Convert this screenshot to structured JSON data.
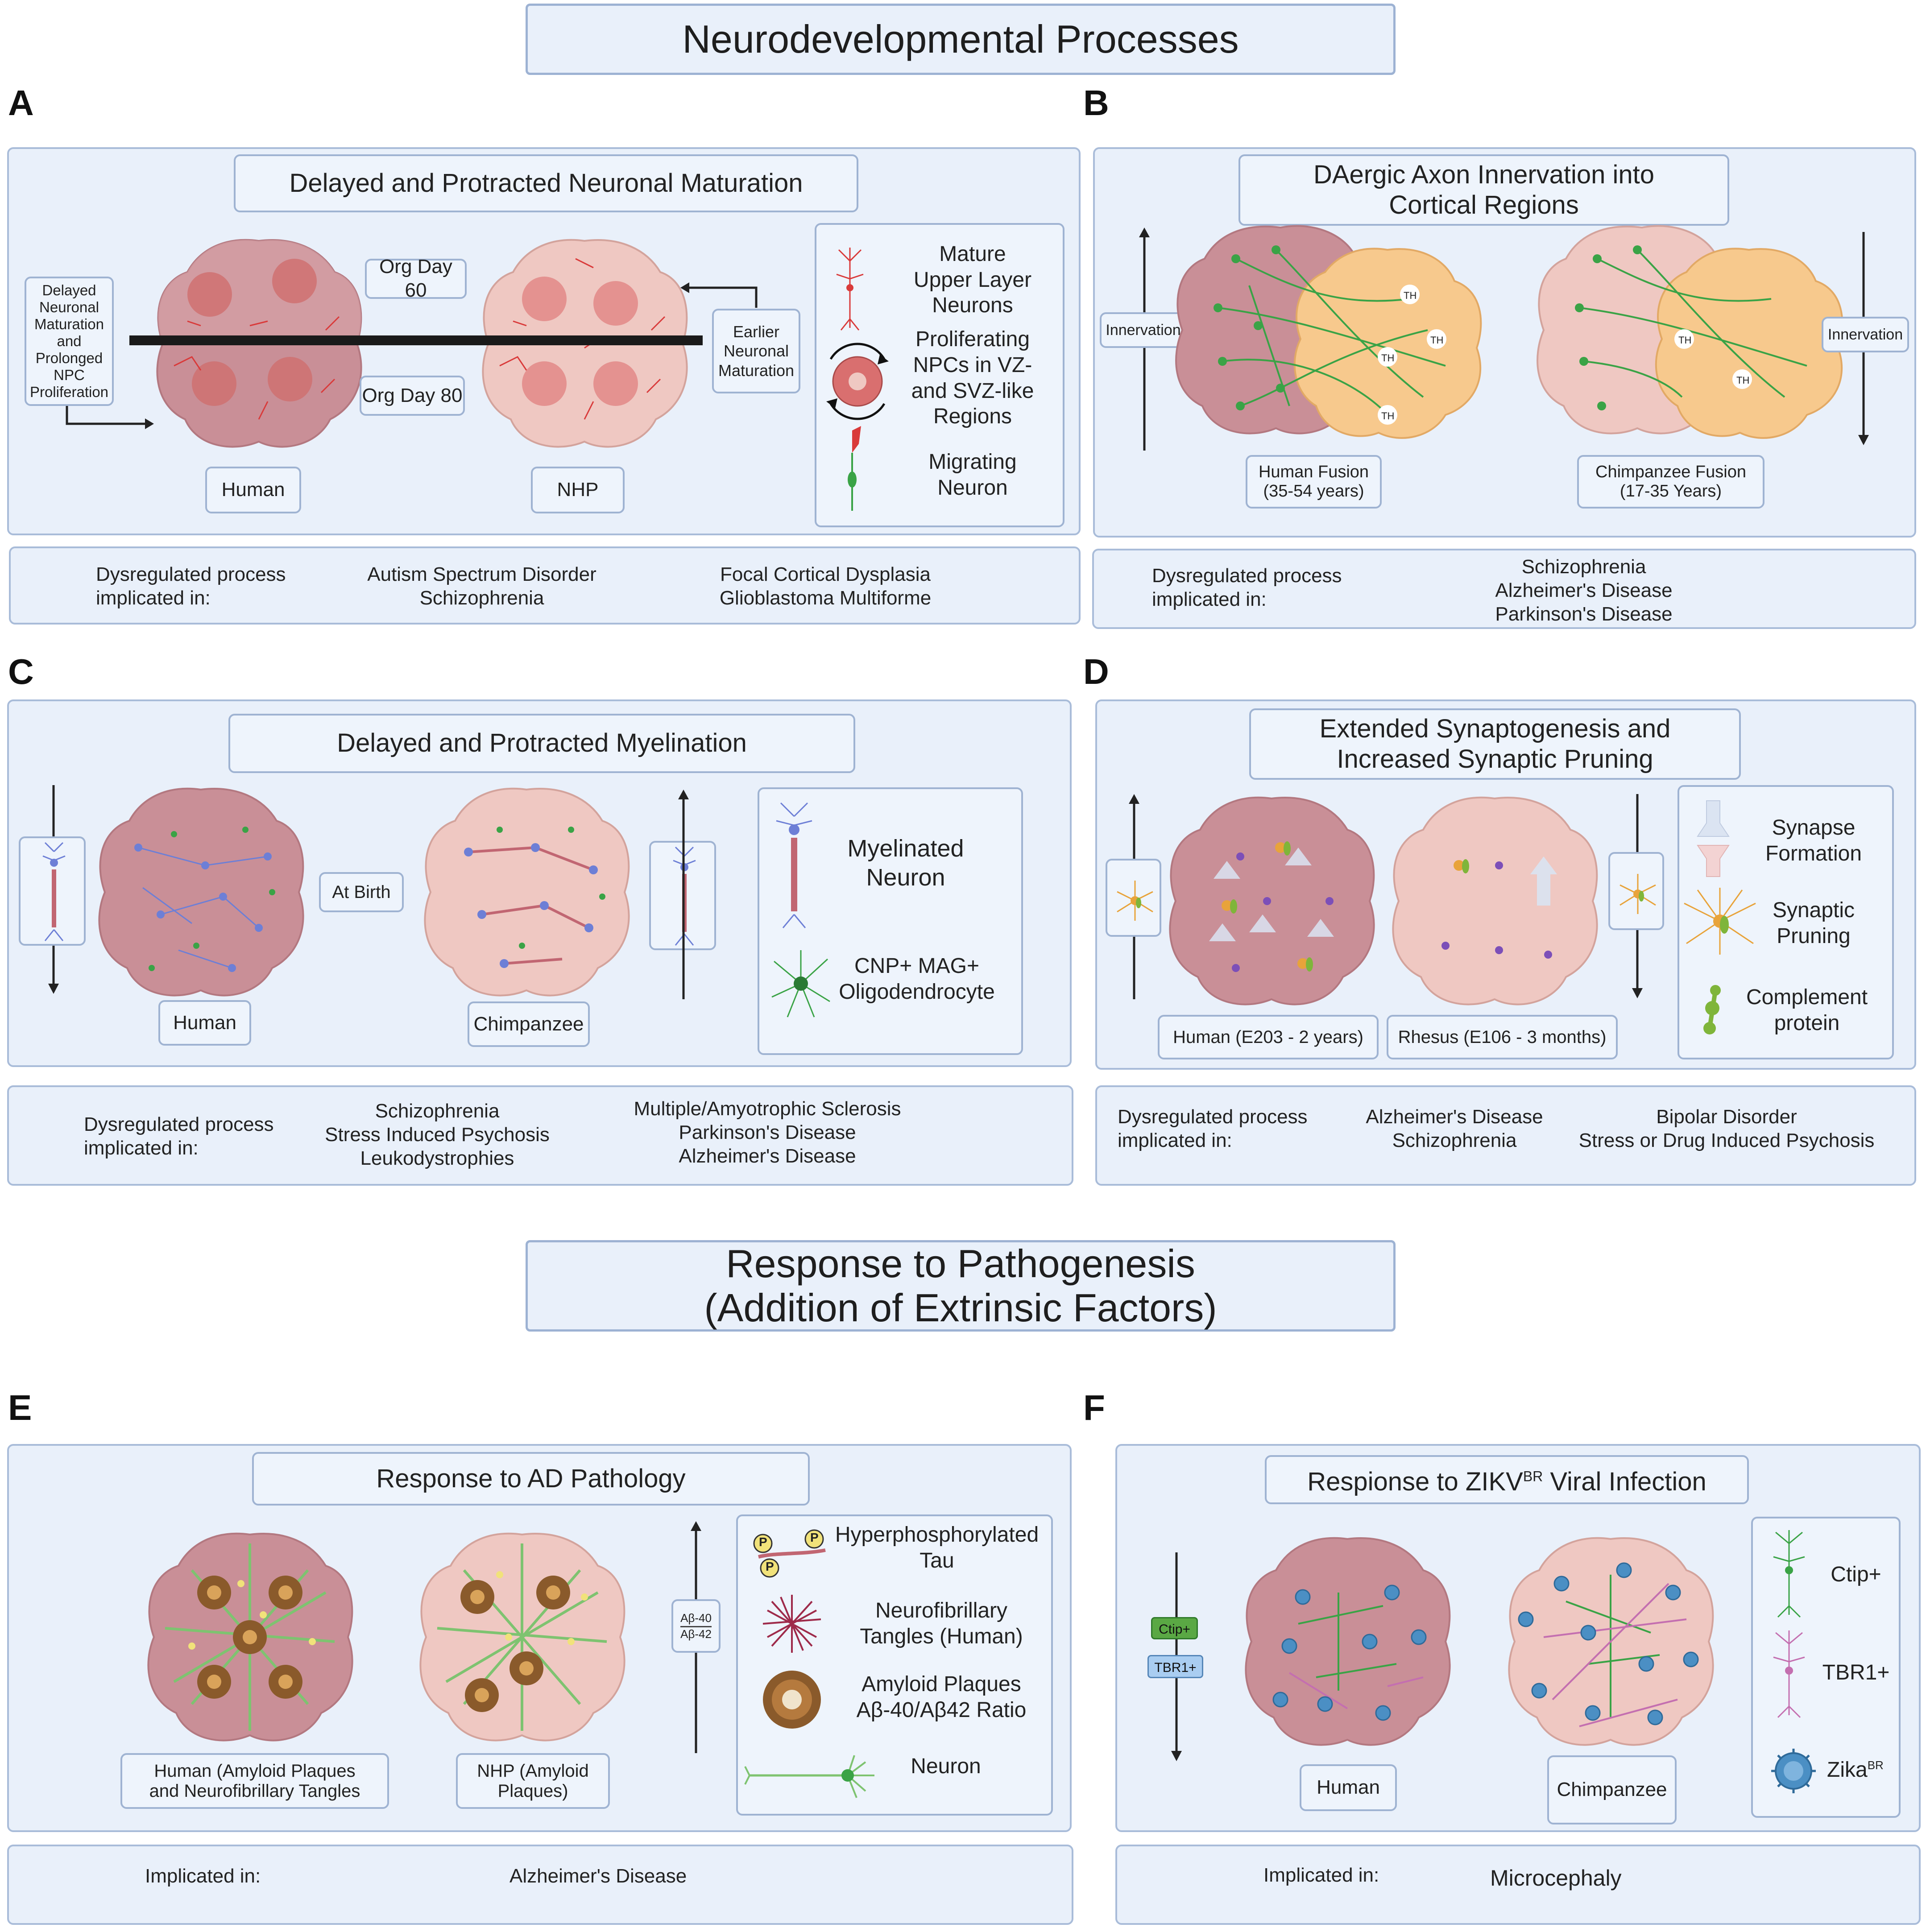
{
  "sections": {
    "neuro_title": "Neurodevelopmental Processes",
    "patho_title_line1": "Response to Pathogenesis",
    "patho_title_line2": "(Addition of Extrinsic Factors)"
  },
  "panelA": {
    "letter": "A",
    "title": "Delayed and Protracted Neuronal Maturation",
    "left_note": [
      "Delayed",
      "Neuronal",
      "Maturation",
      "and",
      "Prolonged",
      "NPC",
      "Proliferation"
    ],
    "org_day_60": "Org Day 60",
    "org_day_80": "Org Day 80",
    "right_note": [
      "Earlier",
      "Neuronal",
      "Maturation"
    ],
    "human": "Human",
    "nhp": "NHP",
    "legend": {
      "mature": [
        "Mature",
        "Upper Layer",
        "Neurons"
      ],
      "npc": [
        "Proliferating",
        "NPCs in VZ-",
        "and SVZ-like",
        "Regions"
      ],
      "migrating": [
        "Migrating",
        "Neuron"
      ]
    },
    "dys_label": [
      "Dysregulated process",
      "implicated in:"
    ],
    "diseases_1": [
      "Autism Spectrum Disorder",
      "Schizophrenia"
    ],
    "diseases_2": [
      "Focal Cortical Dysplasia",
      "Glioblastoma Multiforme"
    ]
  },
  "panelB": {
    "letter": "B",
    "title": [
      "DAergic Axon Innervation into",
      "Cortical Regions"
    ],
    "innervation_left": "Innervation",
    "innervation_right": "Innervation",
    "th_label": "TH",
    "human": [
      "Human Fusion",
      "(35-54 years)"
    ],
    "chimp": [
      "Chimpanzee Fusion",
      "(17-35 Years)"
    ],
    "dys_label": [
      "Dysregulated process",
      "implicated in:"
    ],
    "diseases": [
      "Schizophrenia",
      "Alzheimer's Disease",
      "Parkinson's Disease"
    ]
  },
  "panelC": {
    "letter": "C",
    "title": "Delayed and Protracted Myelination",
    "at_birth": "At Birth",
    "human": "Human",
    "chimp": "Chimpanzee",
    "legend": {
      "myelinated": [
        "Myelinated",
        "Neuron"
      ],
      "oligo": [
        "CNP+ MAG+",
        "Oligodendrocyte"
      ]
    },
    "dys_label": [
      "Dysregulated process",
      "implicated in:"
    ],
    "diseases_1": [
      "Schizophrenia",
      "Stress Induced Psychosis",
      "Leukodystrophies"
    ],
    "diseases_2": [
      "Multiple/Amyotrophic Sclerosis",
      "Parkinson's Disease",
      "Alzheimer's Disease"
    ]
  },
  "panelD": {
    "letter": "D",
    "title": [
      "Extended Synaptogenesis and",
      "Increased Synaptic Pruning"
    ],
    "human": "Human (E203 - 2 years)",
    "rhesus": "Rhesus (E106 - 3 months)",
    "legend": {
      "synapse": [
        "Synapse",
        "Formation"
      ],
      "pruning": [
        "Synaptic",
        "Pruning"
      ],
      "complement": [
        "Complement",
        "protein"
      ]
    },
    "dys_label": [
      "Dysregulated process",
      "implicated in:"
    ],
    "diseases_1": [
      "Alzheimer's Disease",
      "Schizophrenia"
    ],
    "diseases_2": [
      "Bipolar Disorder",
      "Stress or Drug Induced Psychosis"
    ]
  },
  "panelE": {
    "letter": "E",
    "title": "Response to AD Pathology",
    "human": [
      "Human (Amyloid Plaques",
      "and Neurofibrillary Tangles"
    ],
    "nhp": [
      "NHP (Amyloid",
      "Plaques)"
    ],
    "ratio_top": "Aβ-40",
    "ratio_bottom": "Aβ-42",
    "p_label": "P",
    "legend": {
      "tau": [
        "Hyperphosphorylated",
        "Tau"
      ],
      "tangles": [
        "Neurofibrillary",
        "Tangles (Human)"
      ],
      "plaques": [
        "Amyloid Plaques",
        "Aβ-40/Aβ42 Ratio"
      ],
      "neuron": "Neuron"
    },
    "implicated_label": "Implicated in:",
    "disease": "Alzheimer's Disease"
  },
  "panelF": {
    "letter": "F",
    "title_pre": "Respionse to ZIKV",
    "title_sup": "BR",
    "title_post": " Viral Infection",
    "ctip_tag": "Ctip+",
    "tbr_tag": "TBR1+",
    "human": "Human",
    "chimp": "Chimpanzee",
    "legend": {
      "ctip": "Ctip+",
      "tbr": "TBR1+",
      "zika": "Zika",
      "zika_sup": "BR"
    },
    "implicated_label": "Implicated in:",
    "disease": "Microcephaly"
  },
  "colors": {
    "panel_bg": "#e9f0fa",
    "panel_border": "#a9bcd9",
    "organoid_dark": "#c98f97",
    "organoid_light": "#efc8c2",
    "fusion_orange": "#f7c98d",
    "green_neuron": "#3aa346",
    "red_neuron": "#d93a3a",
    "blue_neuron": "#6d7fd6",
    "yellow_cell": "#e8a33a",
    "purple_cell": "#7c4fb8",
    "zika_blue": "#4b8fc4"
  }
}
